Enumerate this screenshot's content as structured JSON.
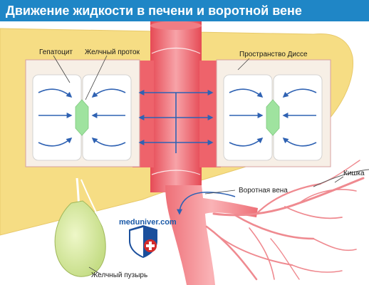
{
  "header": {
    "title": "Движение жидкости в печени и воротной вене"
  },
  "labels": {
    "hepatocyte": "Гепатоцит",
    "bile_duct": "Желчный проток",
    "disse_space": "Пространство Диссе",
    "portal_vein": "Воротная вена",
    "intestine": "Кишка",
    "gallbladder": "Желчный пузырь"
  },
  "watermark": {
    "site": "meduniver.com"
  },
  "colors": {
    "title_bg": "#1f86c6",
    "liver": "#f6dd84",
    "vessel": "#ec5a63",
    "arrow": "#2f62b3",
    "bile": "#9fe39f"
  }
}
